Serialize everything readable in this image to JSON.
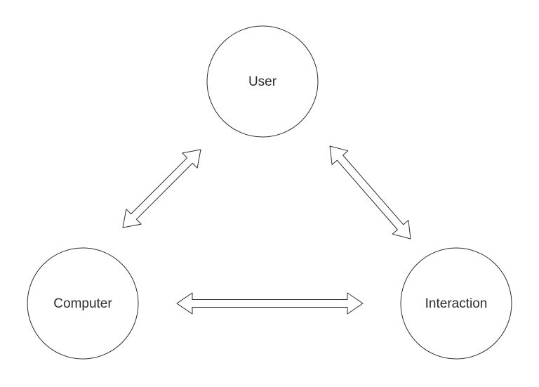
{
  "diagram": {
    "nodes": [
      {
        "id": "user",
        "label": "User"
      },
      {
        "id": "computer",
        "label": "Computer"
      },
      {
        "id": "interaction",
        "label": "Interaction"
      }
    ],
    "edges": [
      {
        "from": "user",
        "to": "computer",
        "direction": "bidirectional"
      },
      {
        "from": "user",
        "to": "interaction",
        "direction": "bidirectional"
      },
      {
        "from": "computer",
        "to": "interaction",
        "direction": "bidirectional"
      }
    ],
    "colors": {
      "stroke": "#2b2b2b",
      "fill": "#ffffff",
      "text": "#2b2b2b"
    }
  }
}
